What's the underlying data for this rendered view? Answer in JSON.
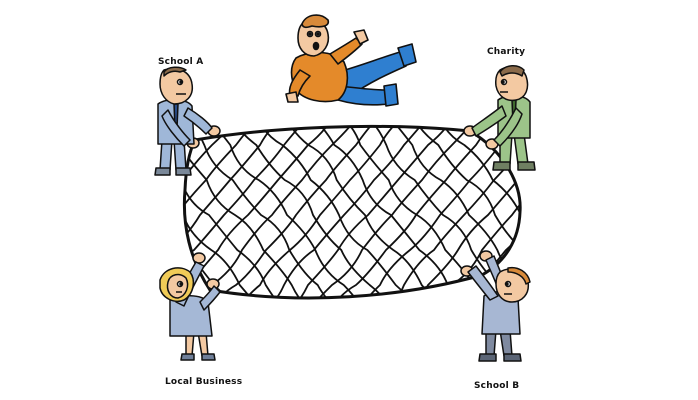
{
  "labels": {
    "school_a": "School A",
    "charity": "Charity",
    "local_business": "Local Business",
    "school_b": "School B"
  },
  "colors": {
    "background": "#ffffff",
    "ink": "#111111",
    "falling_shirt": "#e48a2a",
    "falling_pants": "#2f7fd0",
    "skin": "#f3c9a2",
    "school_a_shirt": "#9fb7d8",
    "charity_shirt": "#9cc489",
    "local_business_shirt": "#a5b8d6",
    "school_b_shirt": "#a7b7d3",
    "hair_blonde": "#f0cb57",
    "hair_ginger": "#d88a3a"
  }
}
